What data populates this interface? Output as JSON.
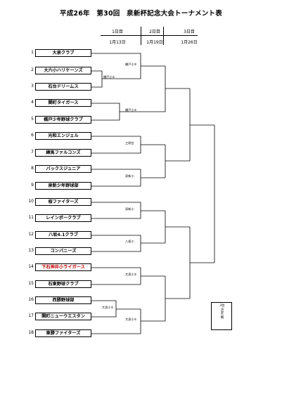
{
  "title": "平成26年　第30回　泉新杯記念大会トーナメント表",
  "rounds": [
    {
      "label": "1日目",
      "date": "1月13日"
    },
    {
      "label": "2日目",
      "date": "1月19日"
    },
    {
      "label": "3日目",
      "date": "1月26日"
    }
  ],
  "teams": [
    {
      "num": "1",
      "name": "大泉クラブ"
    },
    {
      "num": "2",
      "name": "大六小ハリケーンズ"
    },
    {
      "num": "3",
      "name": "石台ドリームス"
    },
    {
      "num": "4",
      "name": "関町タイガース"
    },
    {
      "num": "5",
      "name": "橋戸少年野球クラブ"
    },
    {
      "num": "6",
      "name": "光和エンジェル"
    },
    {
      "num": "7",
      "name": "練馬ファルコンズ"
    },
    {
      "num": "8",
      "name": "バックスジュニア"
    },
    {
      "num": "9",
      "name": "泉新少年野球部"
    },
    {
      "num": "10",
      "name": "桜ファイターズ"
    },
    {
      "num": "11",
      "name": "レインボークラブ"
    },
    {
      "num": "12",
      "name": "八坂4.1クラブ"
    },
    {
      "num": "13",
      "name": "コンバニーズ"
    },
    {
      "num": "14",
      "name": "下石神井小ライガース"
    },
    {
      "num": "15",
      "name": "石東野球クラブ"
    },
    {
      "num": "16",
      "name": "西勝野球部"
    },
    {
      "num": "17",
      "name": "関町ニューウエスタン"
    },
    {
      "num": "18",
      "name": "東勝ファイターズ"
    }
  ],
  "highlight_color": "#c00000",
  "venues": [
    "橋戸小③",
    "橋戸小①",
    "橋戸小②",
    "三原台",
    "泉新小",
    "泉新小",
    "八坂小",
    "大泉小②",
    "大泉小①",
    "大泉小②"
  ],
  "final_label": "3位決定戦"
}
